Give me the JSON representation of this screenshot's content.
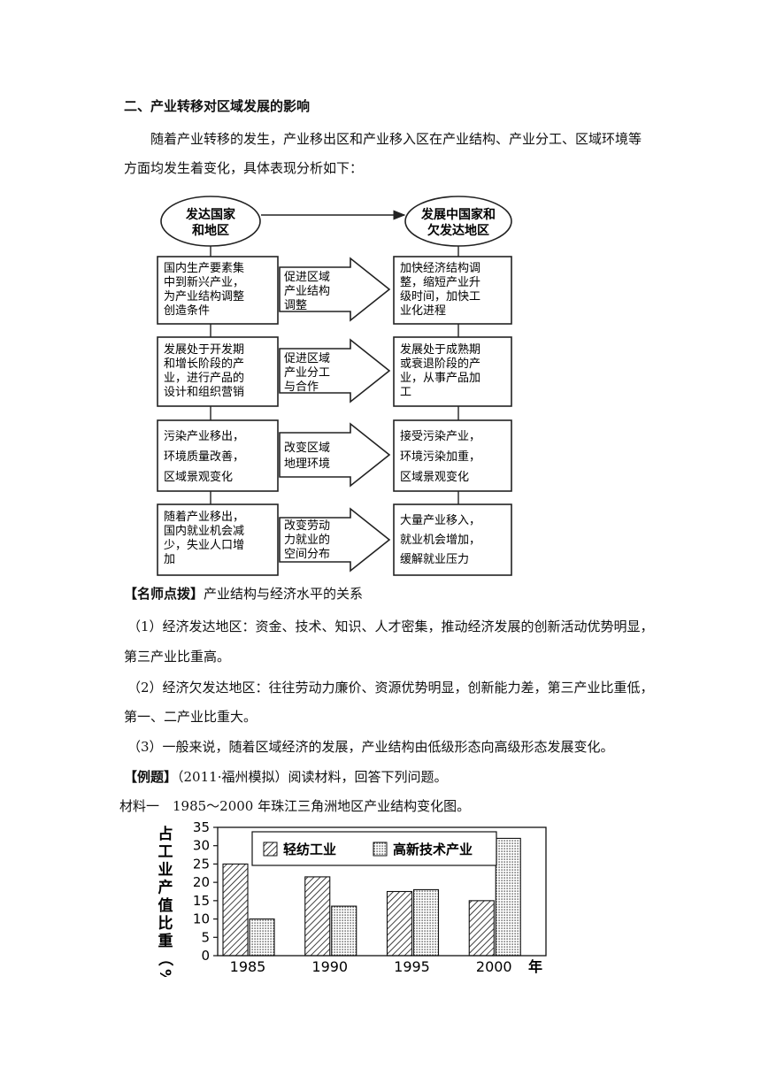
{
  "section_heading": "二、产业转移对区域发展的影响",
  "intro": {
    "line1": "随着产业转移的发生，产业移出区和产业移入区在产业结构、产业分工、区域环境等",
    "line2": "方面均发生着变化，具体表现分析如下："
  },
  "flowchart": {
    "left_oval": [
      "发达国家",
      "和地区"
    ],
    "right_oval": [
      "发展中国家和",
      "欠发达地区"
    ],
    "rows": [
      {
        "left": [
          "国内生产要素集",
          "中到新兴产业，",
          "为产业结构调整",
          "创造条件"
        ],
        "middle": [
          "促进区域",
          "产业结构",
          "调整"
        ],
        "right": [
          "加快经济结构调",
          "整，缩短产业升",
          "级时间，加快工",
          "业化进程"
        ]
      },
      {
        "left": [
          "发展处于开发期",
          "和增长阶段的产",
          "业，进行产品的",
          "设计和组织营销"
        ],
        "middle": [
          "促进区域",
          "产业分工",
          "与合作"
        ],
        "right": [
          "发展处于成熟期",
          "或衰退阶段的产",
          "业，从事产品加",
          "工"
        ]
      },
      {
        "left": [
          "污染产业移出，",
          "环境质量改善，",
          "区域景观变化"
        ],
        "middle": [
          "改变区域",
          "地理环境"
        ],
        "right": [
          "接受污染产业，",
          "环境污染加重，",
          "区域景观变化"
        ]
      },
      {
        "left": [
          "随着产业移出，",
          "国内就业机会减",
          "少，失业人口增",
          "加"
        ],
        "middle": [
          "改变劳动",
          "力就业的",
          "空间分布"
        ],
        "right": [
          "大量产业移入，",
          "就业机会增加，",
          "缓解就业压力"
        ]
      }
    ]
  },
  "tip": {
    "tag": "【名师点拨】",
    "title": "产业结构与经济水平的关系",
    "p1_line1": "（1）经济发达地区：资金、技术、知识、人才密集，推动经济发展的创新活动优势明显，",
    "p1_line2": "第三产业比重高。",
    "p2_line1": "（2）经济欠发达地区：往往劳动力廉价、资源优势明显，创新能力差，第三产业比重低，",
    "p2_line2": "第一、二产业比重大。",
    "p3": "（3）一般来说，随着区域经济的发展，产业结构由低级形态向高级形态发展变化。"
  },
  "example": {
    "tag": "【例题】",
    "text": "（2011·福州模拟）阅读材料，回答下列问题。",
    "material": "材料一　1985～2000 年珠江三角洲地区产业结构变化图。"
  },
  "chart_data": {
    "type": "bar",
    "categories": [
      "1985",
      "1990",
      "1995",
      "2000"
    ],
    "series": [
      {
        "name": "轻纺工业",
        "values": [
          25,
          21.5,
          17.5,
          15
        ]
      },
      {
        "name": "高新技术产业",
        "values": [
          10,
          13.5,
          18,
          32
        ]
      }
    ],
    "ylabel": "占工业产值比重（%）",
    "xlabel": "年",
    "ylim": [
      0,
      35
    ],
    "yticks": [
      0,
      5,
      10,
      15,
      20,
      25,
      30,
      35
    ],
    "legend": "top"
  }
}
